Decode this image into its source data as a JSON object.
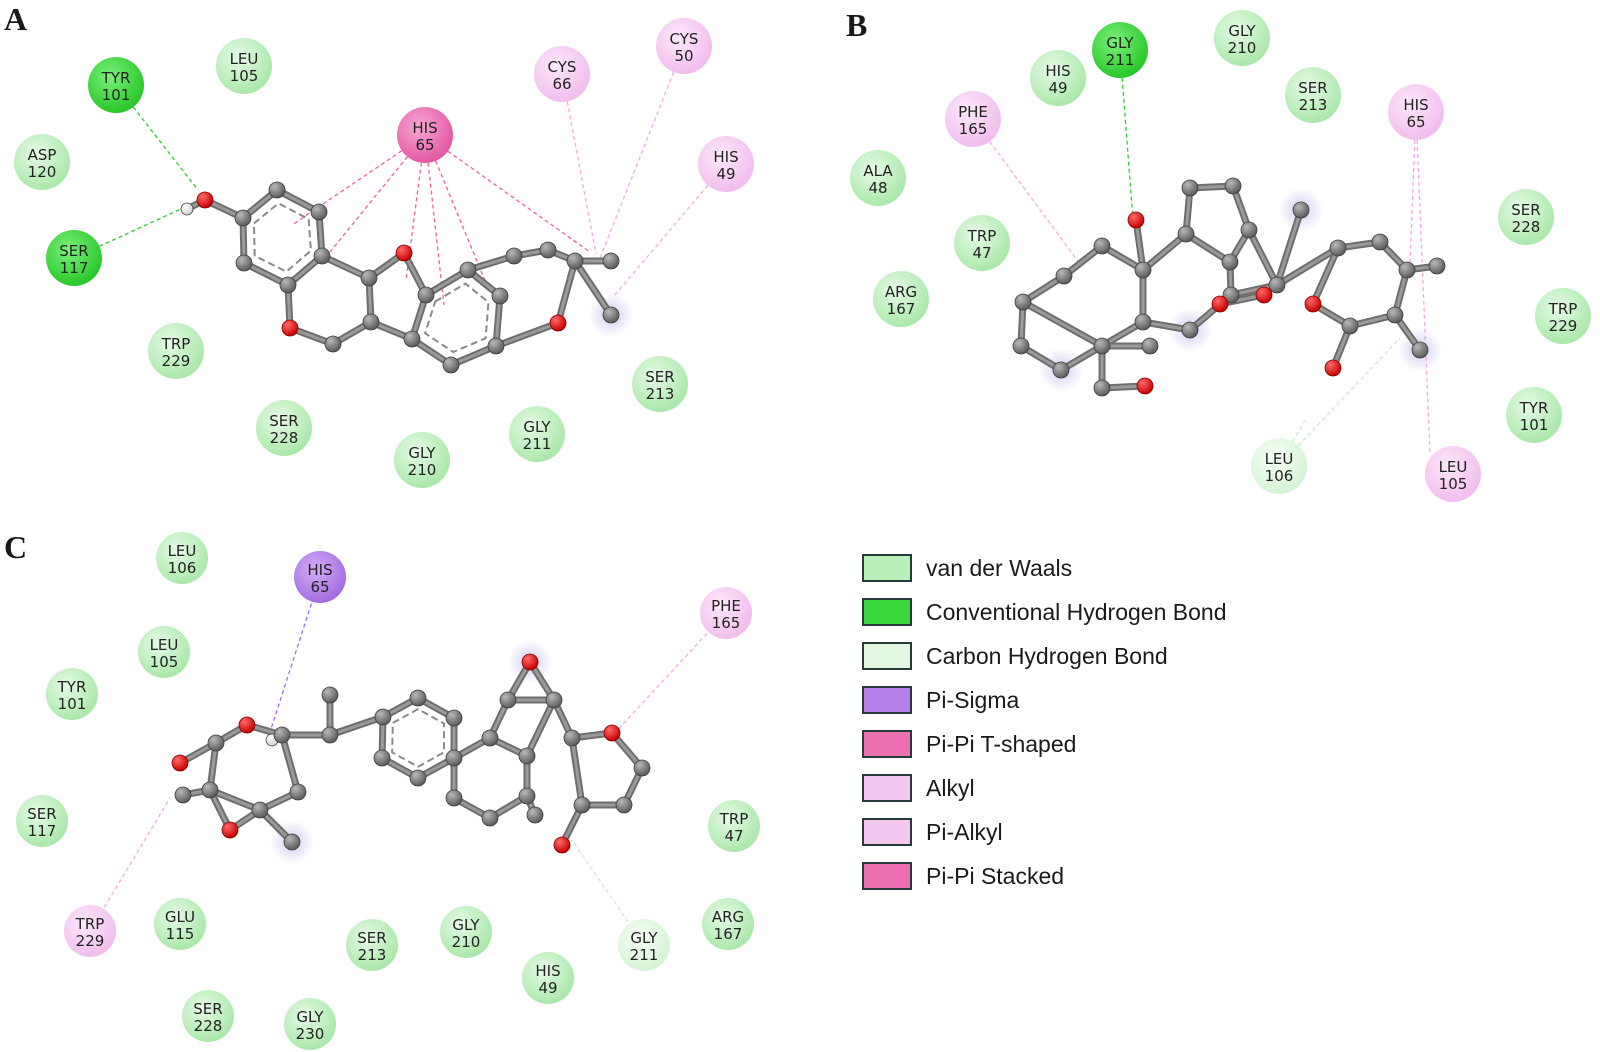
{
  "colors": {
    "vdw": "#b9efb9",
    "conv_hbond": "#3ad83a",
    "carbon_hbond": "#e1f7e1",
    "pi_sigma": "#b57ee8",
    "pipi_tshaped": "#ec6fb2",
    "alkyl": "#f5c8f2",
    "pi_alkyl": "#f5c8f2",
    "pipi_stacked": "#ec6fb2"
  },
  "panels": [
    {
      "label": "A",
      "residues": [
        {
          "name": "TYR",
          "num": "101",
          "type": "conv_hbond"
        },
        {
          "name": "LEU",
          "num": "105",
          "type": "vdw"
        },
        {
          "name": "ASP",
          "num": "120",
          "type": "vdw"
        },
        {
          "name": "SER",
          "num": "117",
          "type": "conv_hbond"
        },
        {
          "name": "HIS",
          "num": "65",
          "type": "pipi_tshaped"
        },
        {
          "name": "CYS",
          "num": "66",
          "type": "alkyl"
        },
        {
          "name": "CYS",
          "num": "50",
          "type": "alkyl"
        },
        {
          "name": "HIS",
          "num": "49",
          "type": "pi_alkyl"
        },
        {
          "name": "TRP",
          "num": "229",
          "type": "vdw"
        },
        {
          "name": "SER",
          "num": "228",
          "type": "vdw"
        },
        {
          "name": "GLY",
          "num": "210",
          "type": "vdw"
        },
        {
          "name": "GLY",
          "num": "211",
          "type": "vdw"
        },
        {
          "name": "SER",
          "num": "213",
          "type": "vdw"
        }
      ]
    },
    {
      "label": "B",
      "residues": [
        {
          "name": "GLY",
          "num": "211",
          "type": "conv_hbond"
        },
        {
          "name": "GLY",
          "num": "210",
          "type": "vdw"
        },
        {
          "name": "HIS",
          "num": "49",
          "type": "vdw"
        },
        {
          "name": "SER",
          "num": "213",
          "type": "vdw"
        },
        {
          "name": "PHE",
          "num": "165",
          "type": "pi_alkyl"
        },
        {
          "name": "HIS",
          "num": "65",
          "type": "pi_alkyl"
        },
        {
          "name": "ALA",
          "num": "48",
          "type": "vdw"
        },
        {
          "name": "TRP",
          "num": "47",
          "type": "vdw"
        },
        {
          "name": "ARG",
          "num": "167",
          "type": "vdw"
        },
        {
          "name": "SER",
          "num": "228",
          "type": "vdw"
        },
        {
          "name": "TRP",
          "num": "229",
          "type": "vdw"
        },
        {
          "name": "TYR",
          "num": "101",
          "type": "vdw"
        },
        {
          "name": "LEU",
          "num": "106",
          "type": "carbon_hbond"
        },
        {
          "name": "LEU",
          "num": "105",
          "type": "alkyl"
        }
      ]
    },
    {
      "label": "C",
      "residues": [
        {
          "name": "LEU",
          "num": "106",
          "type": "vdw"
        },
        {
          "name": "HIS",
          "num": "65",
          "type": "pi_sigma"
        },
        {
          "name": "LEU",
          "num": "105",
          "type": "vdw"
        },
        {
          "name": "TYR",
          "num": "101",
          "type": "vdw"
        },
        {
          "name": "SER",
          "num": "117",
          "type": "vdw"
        },
        {
          "name": "TRP",
          "num": "229",
          "type": "alkyl"
        },
        {
          "name": "GLU",
          "num": "115",
          "type": "vdw"
        },
        {
          "name": "SER",
          "num": "228",
          "type": "vdw"
        },
        {
          "name": "GLY",
          "num": "230",
          "type": "vdw"
        },
        {
          "name": "SER",
          "num": "213",
          "type": "vdw"
        },
        {
          "name": "GLY",
          "num": "210",
          "type": "vdw"
        },
        {
          "name": "HIS",
          "num": "49",
          "type": "vdw"
        },
        {
          "name": "GLY",
          "num": "211",
          "type": "carbon_hbond"
        },
        {
          "name": "ARG",
          "num": "167",
          "type": "vdw"
        },
        {
          "name": "TRP",
          "num": "47",
          "type": "vdw"
        },
        {
          "name": "PHE",
          "num": "165",
          "type": "alkyl"
        }
      ]
    }
  ],
  "legend": [
    {
      "label": "van der Waals",
      "type": "vdw"
    },
    {
      "label": "Conventional Hydrogen Bond",
      "type": "conv_hbond"
    },
    {
      "label": "Carbon Hydrogen Bond",
      "type": "carbon_hbond"
    },
    {
      "label": "Pi-Sigma",
      "type": "pi_sigma"
    },
    {
      "label": "Pi-Pi T-shaped",
      "type": "pipi_tshaped"
    },
    {
      "label": "Alkyl",
      "type": "alkyl"
    },
    {
      "label": "Pi-Alkyl",
      "type": "pi_alkyl"
    },
    {
      "label": "Pi-Pi Stacked",
      "type": "pipi_stacked"
    }
  ]
}
